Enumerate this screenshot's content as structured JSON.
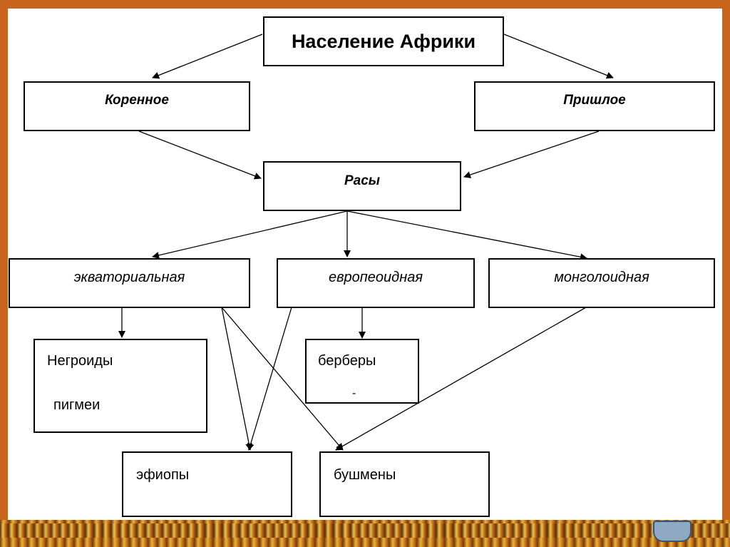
{
  "diagram": {
    "title": "Население Африки",
    "indigenous": "Коренное",
    "immigrant": "Пришлое",
    "races": "Расы",
    "equatorial": "экваториальная",
    "europeoid": "европеоидная",
    "mongoloid": "монголоидная",
    "negroids": "Негроиды",
    "pygmies": "пигмеи",
    "berbers": "берберы",
    "berbers_dash": "-",
    "ethiopians": "эфиопы",
    "bushmen": "бушмены"
  },
  "colors": {
    "frame": "#c8641e",
    "lines": "#000000"
  }
}
